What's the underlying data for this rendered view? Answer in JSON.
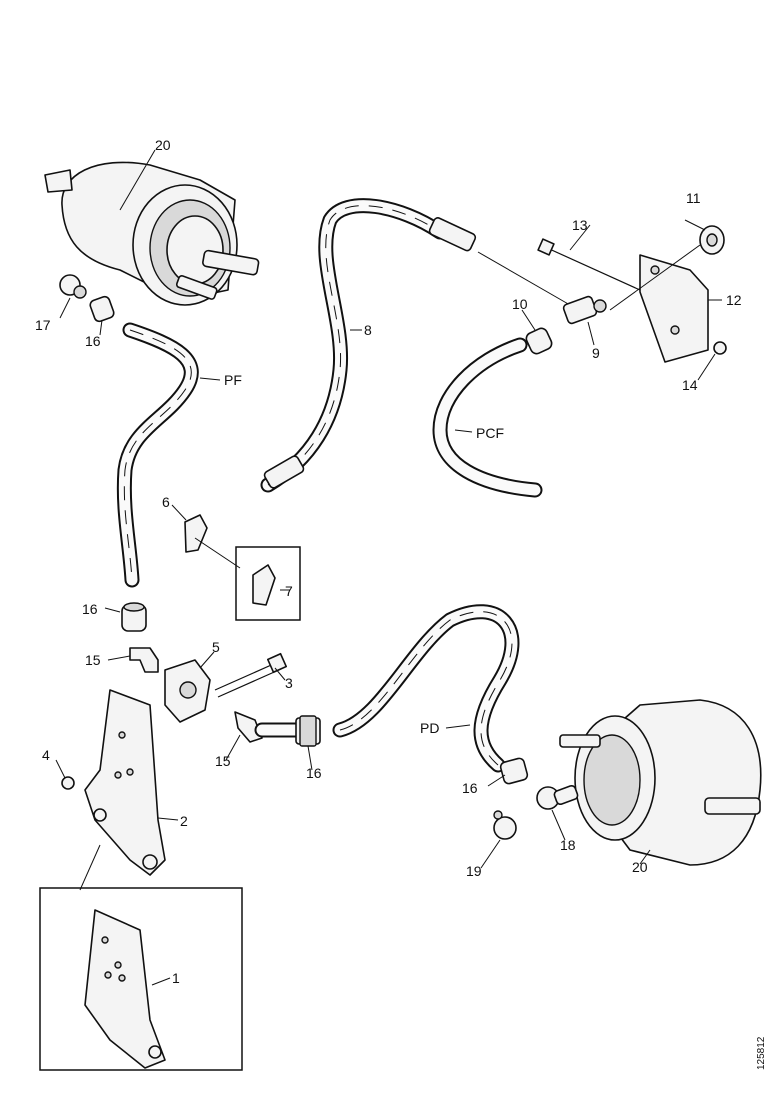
{
  "labels": {
    "l1": "1",
    "l2": "2",
    "l3": "3",
    "l4": "4",
    "l5": "5",
    "l6": "6",
    "l7": "7",
    "l8": "8",
    "l9": "9",
    "l10": "10",
    "l11": "11",
    "l12": "12",
    "l13": "13",
    "l14": "14",
    "l15a": "15",
    "l15b": "15",
    "l16a": "16",
    "l16b": "16",
    "l16c": "16",
    "l16d": "16",
    "l17": "17",
    "l18": "18",
    "l19": "19",
    "l20a": "20",
    "l20b": "20",
    "pf": "PF",
    "pcf": "PCF",
    "pd": "PD"
  },
  "reference_number": "125812"
}
